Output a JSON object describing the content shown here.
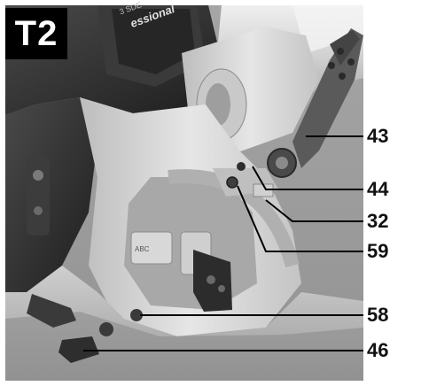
{
  "figure": {
    "label": "T2",
    "brand_text": "essional",
    "model_text": "3 SDE",
    "mark_text": "ABC"
  },
  "callouts": [
    {
      "id": "43"
    },
    {
      "id": "44"
    },
    {
      "id": "32"
    },
    {
      "id": "59"
    },
    {
      "id": "58"
    },
    {
      "id": "46"
    }
  ],
  "colors": {
    "background": "#ffffff",
    "label_bg": "#000000",
    "label_fg": "#ffffff",
    "housing_light": "#d7d7d7",
    "housing_dark": "#2e2e2e",
    "leader": "#000000"
  }
}
